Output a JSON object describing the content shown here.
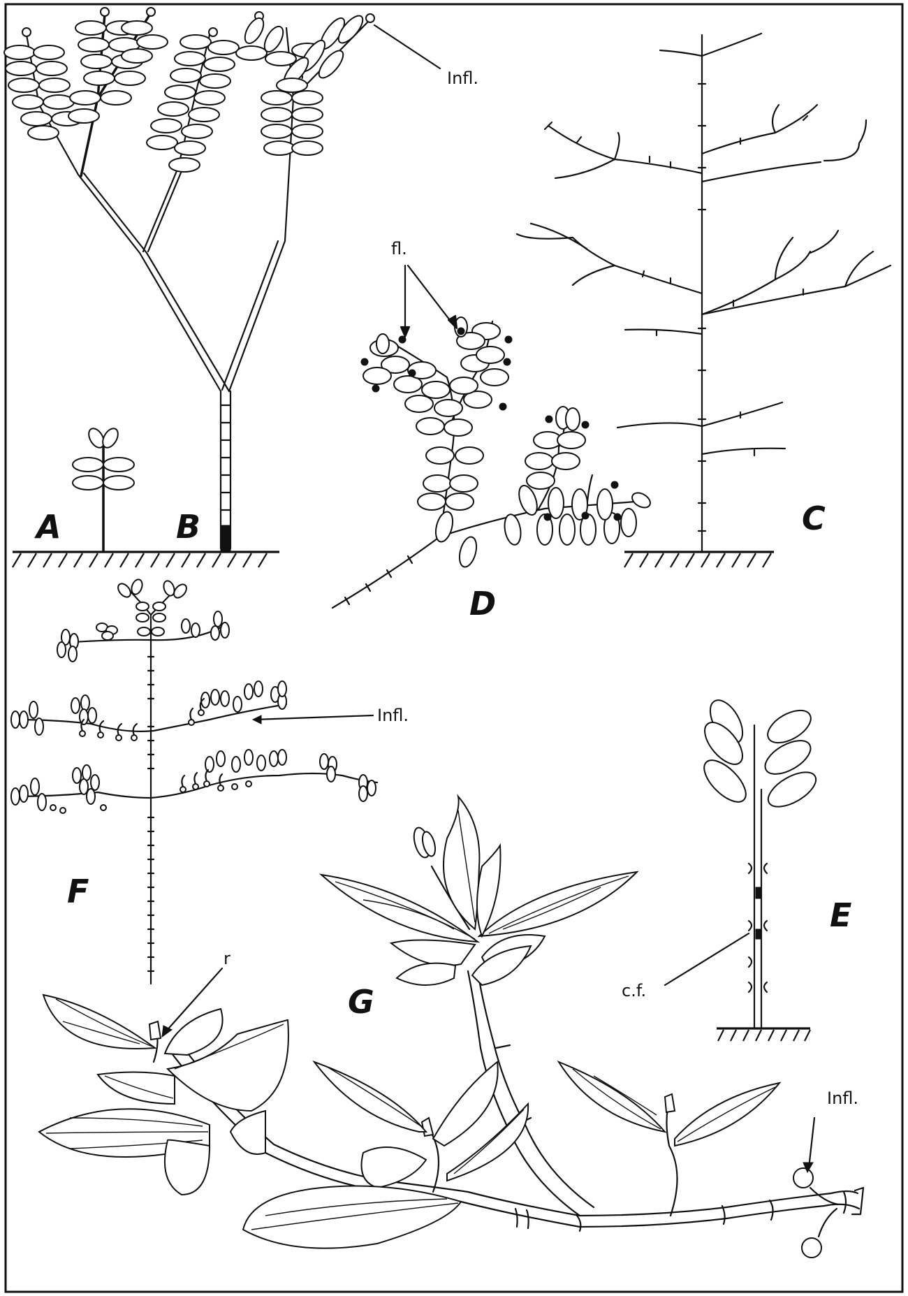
{
  "panels": {
    "A": "A",
    "B": "B",
    "C": "C",
    "D": "D",
    "E": "E",
    "F": "F",
    "G": "G"
  },
  "labels": {
    "infl_b": "Infl.",
    "fl_d": "fl.",
    "infl_f": "Infl.",
    "cf_e": "c.f.",
    "r_g": "r",
    "infl_g": "Infl."
  }
}
